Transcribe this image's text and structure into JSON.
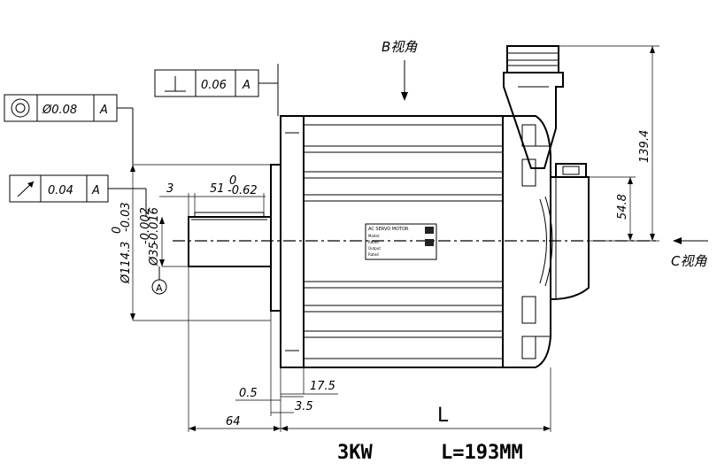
{
  "views": {
    "b_view": "B视角",
    "c_view": "C视角"
  },
  "tolerance_frames": {
    "perpendicularity": {
      "symbol": "perpendicularity-icon",
      "value": "0.06",
      "datum": "A"
    },
    "concentricity": {
      "symbol": "concentricity-icon",
      "value": "Ø0.08",
      "datum": "A"
    },
    "runout": {
      "symbol": "runout-arrow-icon",
      "value": "0.04",
      "datum": "A"
    }
  },
  "dimensions": {
    "shaft_len": "51",
    "shaft_len_tol_upper": "0",
    "shaft_len_tol_lower": "-0.62",
    "key_offset": "3",
    "flange_dia": "Ø114.3",
    "flange_dia_tol_upper": "0",
    "flange_dia_tol_lower": "-0.03",
    "shaft_dia": "Ø35",
    "shaft_dia_tol_upper": "-0.002",
    "shaft_dia_tol_lower": "-0.016",
    "height_total": "139.4",
    "height_connector": "54.8",
    "spigot": "0.5",
    "flange_thick": "17.5",
    "flange_inner": "3.5",
    "shaft_total": "64",
    "length_symbol": "L"
  },
  "datum_label": "A",
  "nameplate": {
    "title": "AC SERVO MOTOR",
    "lines": [
      "Model:",
      "Rated",
      "Output",
      "Rated"
    ]
  },
  "footer": {
    "power": "3KW",
    "length": "L=193MM"
  }
}
